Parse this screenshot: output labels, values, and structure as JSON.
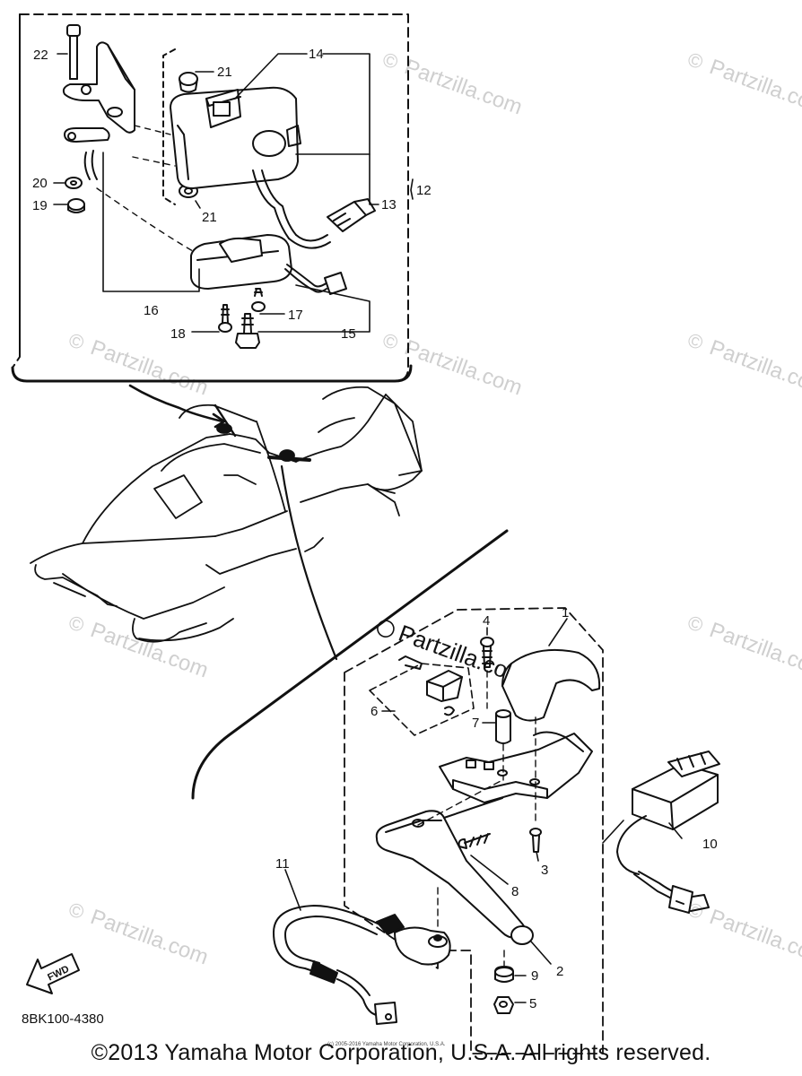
{
  "callouts": [
    "1",
    "2",
    "3",
    "4",
    "5",
    "6",
    "7",
    "8",
    "9",
    "10",
    "11",
    "12",
    "13",
    "14",
    "15",
    "16",
    "17",
    "18",
    "19",
    "20",
    "21",
    "21",
    "22"
  ],
  "watermark_text": "Partzilla.com",
  "watermark_symbol": "©",
  "fwd_label": "FWD",
  "diagram_code": "8BK100-4380",
  "copyright": "©2013 Yamaha Motor Corporation, U.S.A. All rights reserved.",
  "tiny_copyright": "(c) 2005-2016 Yamaha Motor Corporation, U.S.A.",
  "colors": {
    "ink": "#111111",
    "watermark": "#cfcfcf",
    "background": "#ffffff"
  }
}
